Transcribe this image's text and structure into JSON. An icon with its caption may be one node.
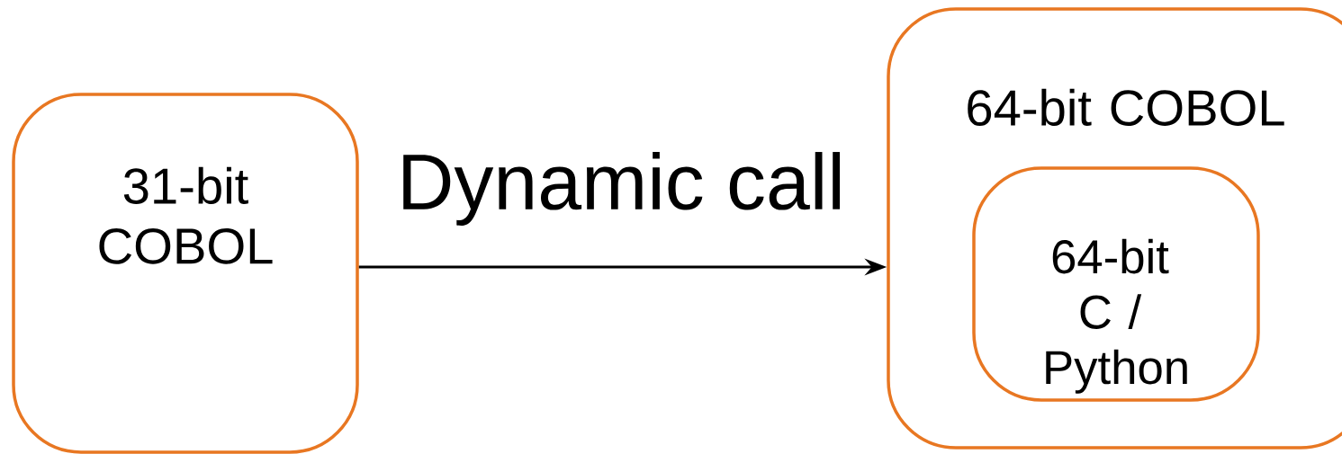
{
  "diagram": {
    "nodes": [
      {
        "text": [
          "31-bit COBOL"
        ]
      },
      {
        "text": [
          "64-bit COBOL"
        ]
      },
      {
        "text": [
          "64-bit C / Python"
        ],
        "in": 1
      }
    ],
    "edges": [
      {
        "from": 0,
        "to": 1,
        "arrow": "to",
        "label": "Dynamic call"
      }
    ]
  }
}
